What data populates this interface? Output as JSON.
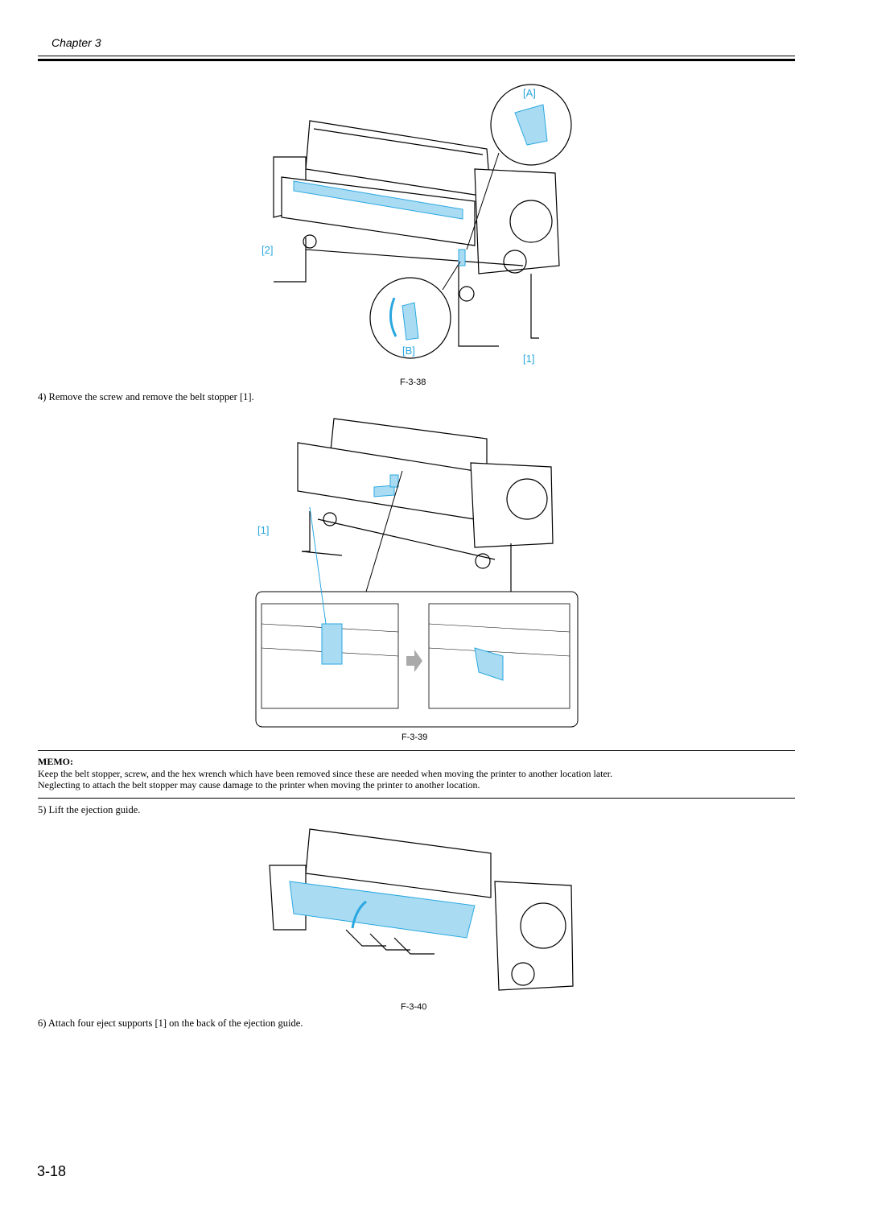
{
  "header": {
    "chapter": "Chapter 3"
  },
  "figures": [
    {
      "caption": "F-3-38",
      "callouts": [
        "[A]",
        "[2]",
        "[B]",
        "[1]"
      ]
    },
    {
      "caption": "F-3-39",
      "callouts": [
        "[1]"
      ]
    },
    {
      "caption": "F-3-40",
      "callouts": []
    }
  ],
  "steps": {
    "step4": "4) Remove the screw and remove the belt stopper [1].",
    "step5": "5) Lift the ejection guide.",
    "step6": "6) Attach four eject supports [1] on the back of the ejection guide."
  },
  "memo": {
    "title": "MEMO:",
    "line1": "Keep the belt stopper, screw, and the hex wrench which have been removed since these are needed when moving the printer to another location later.",
    "line2": "Neglecting to attach the belt stopper may cause damage to the printer when moving the printer to another location."
  },
  "footer": {
    "page_number": "3-18"
  },
  "colors": {
    "highlight": "#a9dcf3",
    "callout": "#2aa7e0",
    "line": "#000000"
  }
}
